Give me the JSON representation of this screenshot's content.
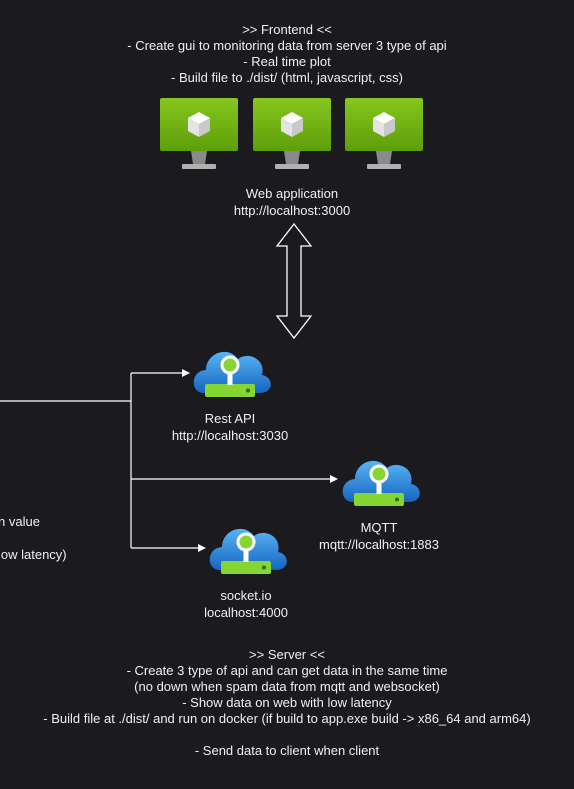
{
  "frontend": {
    "lines": [
      ">> Frontend <<",
      "- Create gui to monitoring data from server 3 type of api",
      "- Real time plot",
      "- Build file to ./dist/ (html, javascript, css)"
    ],
    "web_app": {
      "name": "Web application",
      "url": "http://localhost:3000"
    }
  },
  "apis": {
    "rest": {
      "name": "Rest API",
      "url": "http://localhost:3030"
    },
    "mqtt": {
      "name": "MQTT",
      "url": "mqtt://localhost:1883"
    },
    "socket": {
      "name": "socket.io",
      "url": "localhost:4000"
    }
  },
  "left_fragments": [
    "n value",
    "low latency)"
  ],
  "server": {
    "lines": [
      ">> Server <<",
      "- Create 3 type of api and can get data in the same time",
      "(no down when spam data from mqtt and websocket)",
      "- Show data on web with low latency",
      "- Build file at ./dist/ and run on docker (if build to app.exe build -> x86_64 and arm64)",
      "",
      "- Send data to client when client"
    ]
  },
  "colors": {
    "background": "#1b1b1f",
    "monitor_green": "#7fba00",
    "cloud_blue": "#1e88e5",
    "badge_green": "#86d633",
    "line": "#ffffff"
  }
}
